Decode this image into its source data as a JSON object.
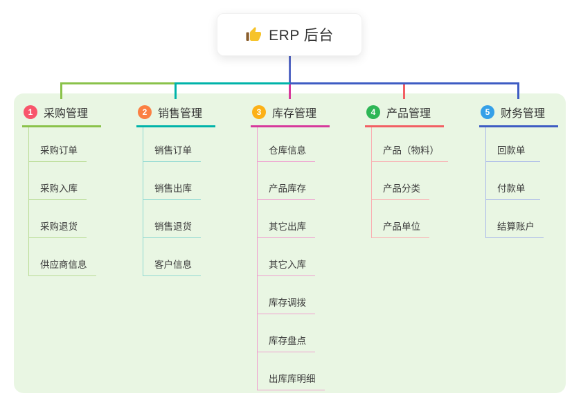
{
  "root": {
    "title": "ERP 后台",
    "icon": "thumbs-up-icon"
  },
  "colors": {
    "canvas_bg": "#ffffff",
    "panel_bg": "#e9f6e3",
    "root_line": "#5467c4",
    "text_dark": "#333333"
  },
  "connectors": {
    "left_segment_color": "#8ac24a",
    "middle_segment_color": "#00b3a9",
    "right_segment_color": "#3e5cc3",
    "center_drop_color": "#d6399b",
    "branch4_drop_color": "#f25f63"
  },
  "branches": [
    {
      "num": "1",
      "label": "采购管理",
      "badge_color": "#f8556b",
      "line_color": "#8ac24a",
      "light_color": "#b9dc95",
      "items": [
        "采购订单",
        "采购入库",
        "采购退货",
        "供应商信息"
      ]
    },
    {
      "num": "2",
      "label": "销售管理",
      "badge_color": "#fb8043",
      "line_color": "#00b3a9",
      "light_color": "#90d9d2",
      "items": [
        "销售订单",
        "销售出库",
        "销售退货",
        "客户信息"
      ]
    },
    {
      "num": "3",
      "label": "库存管理",
      "badge_color": "#fcb117",
      "line_color": "#d6399b",
      "light_color": "#efa0cf",
      "items": [
        "仓库信息",
        "产品库存",
        "其它出库",
        "其它入库",
        "库存调拨",
        "库存盘点",
        "出库库明细"
      ]
    },
    {
      "num": "4",
      "label": "产品管理",
      "badge_color": "#2eb656",
      "line_color": "#f25f63",
      "light_color": "#f9b0b2",
      "items": [
        "产品（物料）",
        "产品分类",
        "产品单位"
      ]
    },
    {
      "num": "5",
      "label": "财务管理",
      "badge_color": "#35a0e8",
      "line_color": "#3e5cc3",
      "light_color": "#aab9e9",
      "items": [
        "回款单",
        "付款单",
        "结算账户"
      ]
    }
  ]
}
